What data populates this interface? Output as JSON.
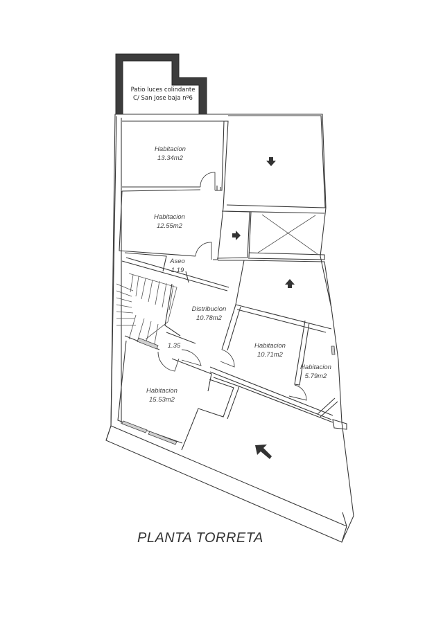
{
  "drawing": {
    "title": "PLANTA TORRETA",
    "patio_note": {
      "line1": "Patio luces colindante",
      "line2": "C/ San Jose baja nº6"
    },
    "rooms": [
      {
        "name": "Habitacion",
        "area": "13.34m2"
      },
      {
        "name": "Habitacion",
        "area": "12.55m2"
      },
      {
        "name": "Aseo",
        "area": "1.19"
      },
      {
        "name": "Distribucion",
        "area": "10.78m2"
      },
      {
        "name": "",
        "area": "1.35"
      },
      {
        "name": "Habitacion",
        "area": "10.71m2"
      },
      {
        "name": "Habitacion",
        "area": "5.79m2"
      },
      {
        "name": "Habitacion",
        "area": "15.53m2"
      }
    ],
    "symbols": [
      {
        "type": "arrow-down-icon",
        "location": "upper-right terrace"
      },
      {
        "type": "arrow-right-icon",
        "location": "small shaft"
      },
      {
        "type": "arrow-up-icon",
        "location": "middle-right terrace"
      },
      {
        "type": "arrow-down-left-icon",
        "location": "lower terrace"
      },
      {
        "type": "void-cross",
        "location": "light well"
      }
    ],
    "colors": {
      "line": "#3a3a3a",
      "wall_fill": "#3c3c3c",
      "text": "#444444",
      "background": "#ffffff"
    }
  }
}
